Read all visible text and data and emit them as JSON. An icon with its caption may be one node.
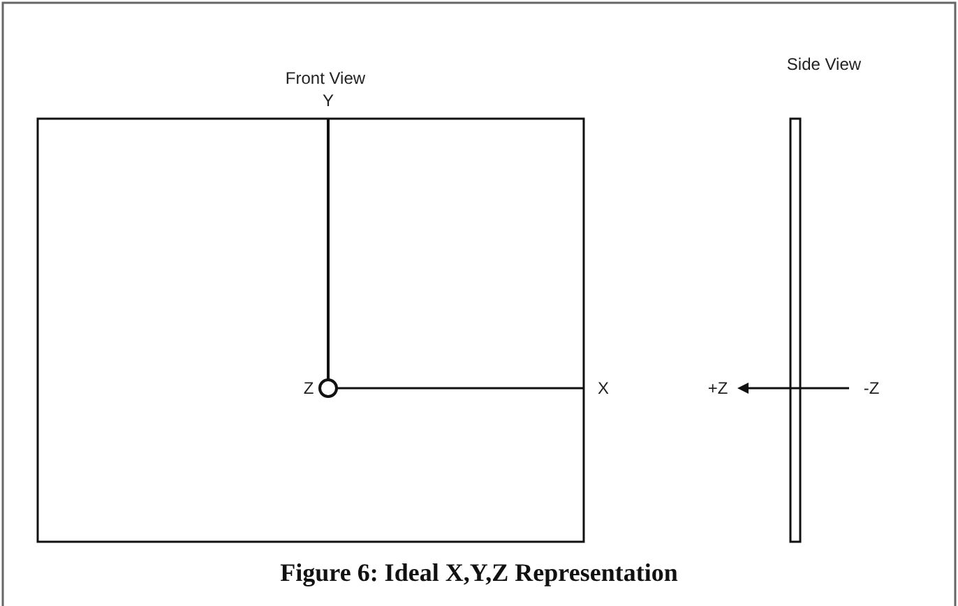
{
  "diagram": {
    "caption": "Figure 6: Ideal X,Y,Z Representation",
    "labels": [
      "Front View",
      "Side View",
      "Y",
      "Z",
      "X",
      "+Z",
      "-Z"
    ]
  }
}
